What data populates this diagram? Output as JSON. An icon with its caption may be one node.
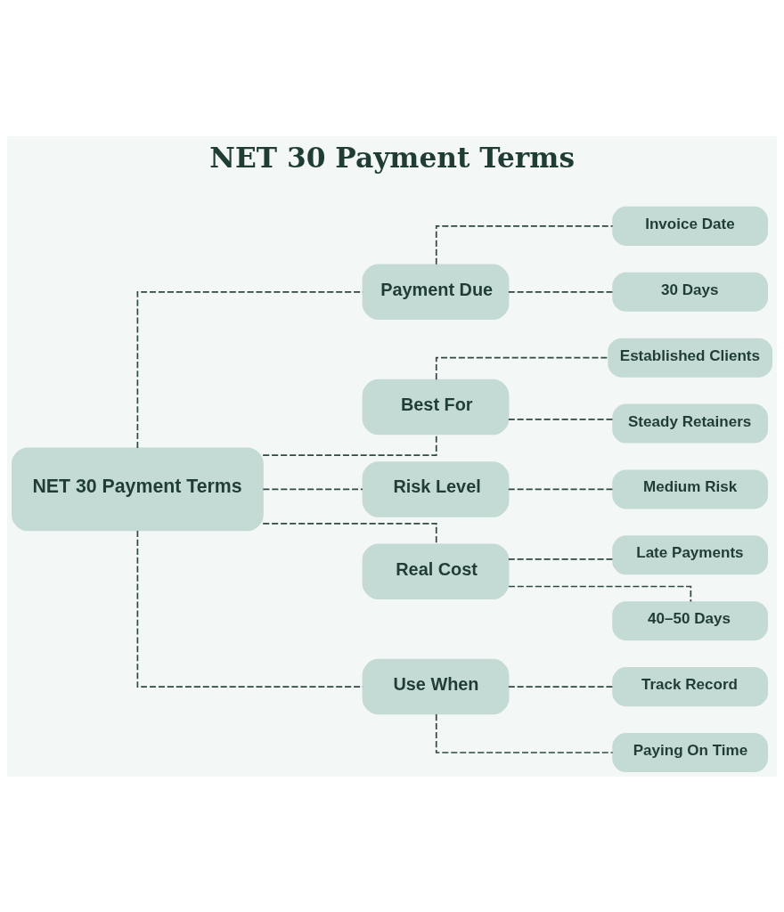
{
  "diagram": {
    "title": "NET 30 Payment Terms",
    "nodes": [
      {
        "text": [
          "NET 30 Payment Terms"
        ]
      },
      {
        "text": [
          "Payment Due"
        ]
      },
      {
        "text": [
          "Invoice Date"
        ]
      },
      {
        "text": [
          "30 Days"
        ]
      },
      {
        "text": [
          "Best For"
        ]
      },
      {
        "text": [
          "Established Clients"
        ]
      },
      {
        "text": [
          "Steady Retainers"
        ]
      },
      {
        "text": [
          "Risk Level"
        ]
      },
      {
        "text": [
          "Medium Risk"
        ]
      },
      {
        "text": [
          "Real Cost"
        ]
      },
      {
        "text": [
          "Late Payments"
        ]
      },
      {
        "text": [
          "40–50 Days"
        ]
      },
      {
        "text": [
          "Use When"
        ]
      },
      {
        "text": [
          "Track Record"
        ]
      },
      {
        "text": [
          "Paying On Time"
        ]
      }
    ],
    "edges": [
      {
        "from": 0,
        "to": 1,
        "arrow": "none",
        "style": "dashed"
      },
      {
        "from": 0,
        "to": 4,
        "arrow": "none",
        "style": "dashed"
      },
      {
        "from": 0,
        "to": 7,
        "arrow": "none",
        "style": "dashed"
      },
      {
        "from": 0,
        "to": 9,
        "arrow": "none",
        "style": "dashed"
      },
      {
        "from": 0,
        "to": 12,
        "arrow": "none",
        "style": "dashed"
      },
      {
        "from": 1,
        "to": 2,
        "arrow": "none",
        "style": "dashed"
      },
      {
        "from": 1,
        "to": 3,
        "arrow": "none",
        "style": "dashed"
      },
      {
        "from": 4,
        "to": 5,
        "arrow": "none",
        "style": "dashed"
      },
      {
        "from": 4,
        "to": 6,
        "arrow": "none",
        "style": "dashed"
      },
      {
        "from": 7,
        "to": 8,
        "arrow": "none",
        "style": "dashed"
      },
      {
        "from": 9,
        "to": 10,
        "arrow": "none",
        "style": "dashed"
      },
      {
        "from": 9,
        "to": 11,
        "arrow": "none",
        "style": "dashed"
      },
      {
        "from": 12,
        "to": 13,
        "arrow": "none",
        "style": "dashed"
      },
      {
        "from": 12,
        "to": 14,
        "arrow": "none",
        "style": "dashed"
      }
    ]
  }
}
